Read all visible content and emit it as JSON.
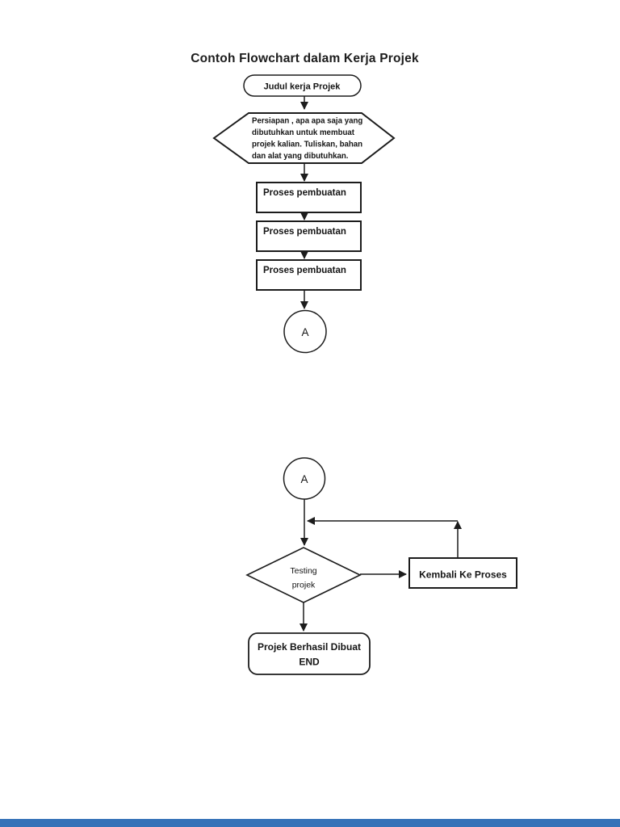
{
  "title": "Contoh Flowchart dalam Kerja Projek",
  "flowchart": {
    "start": {
      "label": "Judul kerja Projek"
    },
    "preparation": {
      "lines": [
        "Persiapan , apa apa saja yang",
        "dibutuhkan untuk membuat",
        "projek kalian. Tuliskan, bahan",
        "dan alat yang dibutuhkan."
      ]
    },
    "processes": [
      "Proses pembuatan",
      "Proses pembuatan",
      "Proses pembuatan"
    ],
    "connector_top": "A",
    "connector_bottom": "A",
    "decision": {
      "lines": [
        "Testing",
        "projek"
      ]
    },
    "loop_back": {
      "label": "Kembali Ke Proses"
    },
    "end": {
      "lines": [
        "Projek Berhasil Dibuat",
        "END"
      ]
    }
  },
  "colors": {
    "ink": "#1c1c1c",
    "page_background": "#ffffff",
    "footer_strip": "#3572b8"
  }
}
